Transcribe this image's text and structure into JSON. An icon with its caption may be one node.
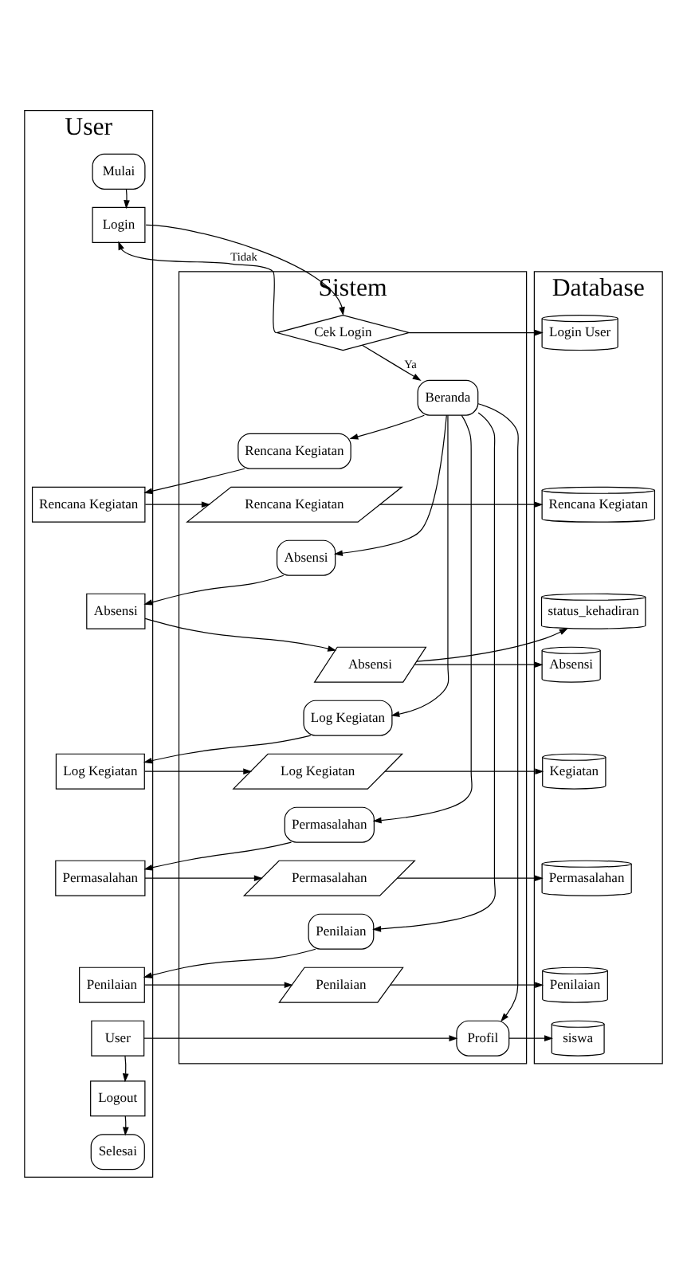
{
  "diagram": {
    "nodes": [
      {
        "text": [
          "User"
        ]
      },
      {
        "text": [
          "Sistem"
        ]
      },
      {
        "text": [
          "Database"
        ]
      },
      {
        "text": [
          "Mulai"
        ],
        "in": 0
      },
      {
        "text": [
          "Login"
        ],
        "in": 0
      },
      {
        "text": [
          "Cek Login"
        ],
        "in": 1
      },
      {
        "text": [
          "Login User"
        ],
        "in": 2
      },
      {
        "text": [
          "Beranda"
        ],
        "in": 1
      },
      {
        "text": [
          "Rencana Kegiatan"
        ],
        "in": 1
      },
      {
        "text": [
          "Rencana Kegiatan"
        ],
        "in": 0
      },
      {
        "text": [
          "Rencana Kegiatan"
        ],
        "in": 1
      },
      {
        "text": [
          "Rencana Kegiatan"
        ],
        "in": 2
      },
      {
        "text": [
          "Absensi"
        ],
        "in": 1
      },
      {
        "text": [
          "Absensi"
        ],
        "in": 0
      },
      {
        "text": [
          "Absensi"
        ],
        "in": 1
      },
      {
        "text": [
          "status_kehadiran"
        ],
        "in": 2
      },
      {
        "text": [
          "Absensi"
        ],
        "in": 2
      },
      {
        "text": [
          "Log Kegiatan"
        ],
        "in": 1
      },
      {
        "text": [
          "Log Kegiatan"
        ],
        "in": 0
      },
      {
        "text": [
          "Log Kegiatan"
        ],
        "in": 1
      },
      {
        "text": [
          "Kegiatan"
        ],
        "in": 2
      },
      {
        "text": [
          "Permasalahan"
        ],
        "in": 1
      },
      {
        "text": [
          "Permasalahan"
        ],
        "in": 0
      },
      {
        "text": [
          "Permasalahan"
        ],
        "in": 1
      },
      {
        "text": [
          "Permasalahan"
        ],
        "in": 2
      },
      {
        "text": [
          "Penilaian"
        ],
        "in": 1
      },
      {
        "text": [
          "Penilaian"
        ],
        "in": 0
      },
      {
        "text": [
          "Penilaian"
        ],
        "in": 1
      },
      {
        "text": [
          "Penilaian"
        ],
        "in": 2
      },
      {
        "text": [
          "User"
        ],
        "in": 0
      },
      {
        "text": [
          "Profil"
        ],
        "in": 1
      },
      {
        "text": [
          "siswa"
        ],
        "in": 2
      },
      {
        "text": [
          "Logout"
        ],
        "in": 0
      },
      {
        "text": [
          "Selesai"
        ],
        "in": 0
      }
    ],
    "edges": [
      {
        "from": 3,
        "to": 4,
        "arrow": "to"
      },
      {
        "from": 4,
        "to": 5,
        "arrow": "to"
      },
      {
        "from": 5,
        "to": 4,
        "arrow": "to",
        "label": "Tidak"
      },
      {
        "from": 5,
        "to": 6,
        "arrow": "to"
      },
      {
        "from": 5,
        "to": 7,
        "arrow": "to",
        "label": "Ya"
      },
      {
        "from": 7,
        "to": 8,
        "arrow": "to"
      },
      {
        "from": 8,
        "to": 9,
        "arrow": "to"
      },
      {
        "from": 9,
        "to": 10,
        "arrow": "to"
      },
      {
        "from": 10,
        "to": 11,
        "arrow": "to"
      },
      {
        "from": 7,
        "to": 12,
        "arrow": "to"
      },
      {
        "from": 12,
        "to": 13,
        "arrow": "to"
      },
      {
        "from": 13,
        "to": 14,
        "arrow": "to"
      },
      {
        "from": 14,
        "to": 15,
        "arrow": "to"
      },
      {
        "from": 14,
        "to": 16,
        "arrow": "to"
      },
      {
        "from": 7,
        "to": 17,
        "arrow": "to"
      },
      {
        "from": 17,
        "to": 18,
        "arrow": "to"
      },
      {
        "from": 18,
        "to": 19,
        "arrow": "to"
      },
      {
        "from": 19,
        "to": 20,
        "arrow": "to"
      },
      {
        "from": 7,
        "to": 21,
        "arrow": "to"
      },
      {
        "from": 21,
        "to": 22,
        "arrow": "to"
      },
      {
        "from": 22,
        "to": 23,
        "arrow": "to"
      },
      {
        "from": 23,
        "to": 24,
        "arrow": "to"
      },
      {
        "from": 7,
        "to": 25,
        "arrow": "to"
      },
      {
        "from": 25,
        "to": 26,
        "arrow": "to"
      },
      {
        "from": 26,
        "to": 27,
        "arrow": "to"
      },
      {
        "from": 27,
        "to": 28,
        "arrow": "to"
      },
      {
        "from": 7,
        "to": 30,
        "arrow": "to"
      },
      {
        "from": 29,
        "to": 30,
        "arrow": "to"
      },
      {
        "from": 30,
        "to": 31,
        "arrow": "to"
      },
      {
        "from": 29,
        "to": 32,
        "arrow": "to"
      },
      {
        "from": 32,
        "to": 33,
        "arrow": "to"
      }
    ]
  }
}
